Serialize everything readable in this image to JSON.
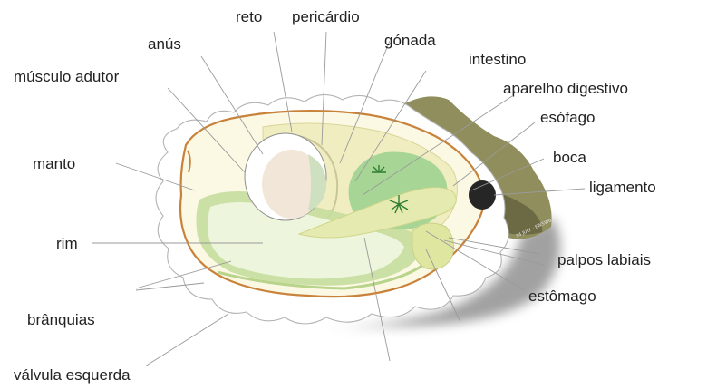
{
  "labels": {
    "reto": "reto",
    "pericardio": "pericárdio",
    "anus": "anús",
    "gonada": "gónada",
    "intestino": "intestino",
    "musculo_adutor": "músculo adutor",
    "aparelho_digestivo": "aparelho digestivo",
    "esofago": "esófago",
    "manto": "manto",
    "boca": "boca",
    "ligamento": "ligamento",
    "rim": "rim",
    "palpos_labiais": "palpos labiais",
    "estomago": "estômago",
    "branquias": "brânquias",
    "valvula_esquerda": "válvula esquerda"
  },
  "stamp": "14 JULY - EW5WB",
  "colors": {
    "shell_outline": "#b4b4b4",
    "mantle_edge": "#c8823a",
    "mantle_fill": "#fbf8e4",
    "gonad": "#f0eec0",
    "digestive": "#a6d596",
    "gills": "#c5dd9d",
    "ligament_brown": "#8f8e5c",
    "mouth_dark": "#262626",
    "muscle": "#f2e6d8"
  }
}
